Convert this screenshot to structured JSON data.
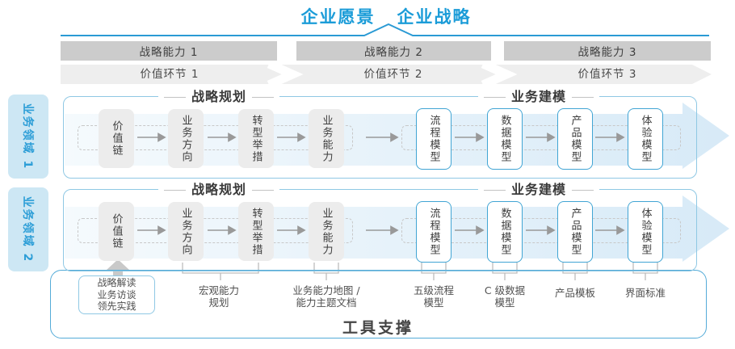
{
  "page": {
    "title_vision": "企业愿景",
    "title_strategy": "企业战略",
    "footer": "工具支撑"
  },
  "strategic_capabilities": [
    "战略能力 1",
    "战略能力 2",
    "战略能力 3"
  ],
  "value_links": [
    "价值环节 1",
    "价值环节 2",
    "价值环节 3"
  ],
  "domains": [
    {
      "label": "业务领域 1",
      "planning": "战略规划",
      "modeling": "业务建模",
      "planning_boxes": [
        "价值链",
        "业务方向",
        "转型举措",
        "业务能力"
      ],
      "modeling_boxes": [
        "流程模型",
        "数据模型",
        "产品模型",
        "体验模型"
      ]
    },
    {
      "label": "业务领域 2",
      "planning": "战略规划",
      "modeling": "业务建模",
      "planning_boxes": [
        "价值链",
        "业务方向",
        "转型举措",
        "业务能力"
      ],
      "modeling_boxes": [
        "流程模型",
        "数据模型",
        "产品模型",
        "体验模型"
      ]
    }
  ],
  "annotations": {
    "practice_lines": [
      "战略解读",
      "业务访谈",
      "领先实践"
    ],
    "macro": [
      "宏观能力",
      "规划"
    ],
    "capability_map": [
      "业务能力地图 /",
      "能力主题文档"
    ],
    "process": [
      "五级流程",
      "模型"
    ],
    "data_model": [
      "C 级数据",
      "模型"
    ],
    "product": [
      "产品模板"
    ],
    "ui_standard": [
      "界面标准"
    ]
  },
  "colors": {
    "accent_blue": "#1b9cd8",
    "domain_tab_fill": "#cde7f4",
    "arrow_fill": "#dcedf8",
    "capability_bar_gray": "#cccccc",
    "value_band_gray": "#eeeeee",
    "box_gray": "#ececec",
    "row_border_blue": "#8fc8e4",
    "model_box_border": "#41a5d4",
    "outer_border_blue": "#54abd8"
  }
}
